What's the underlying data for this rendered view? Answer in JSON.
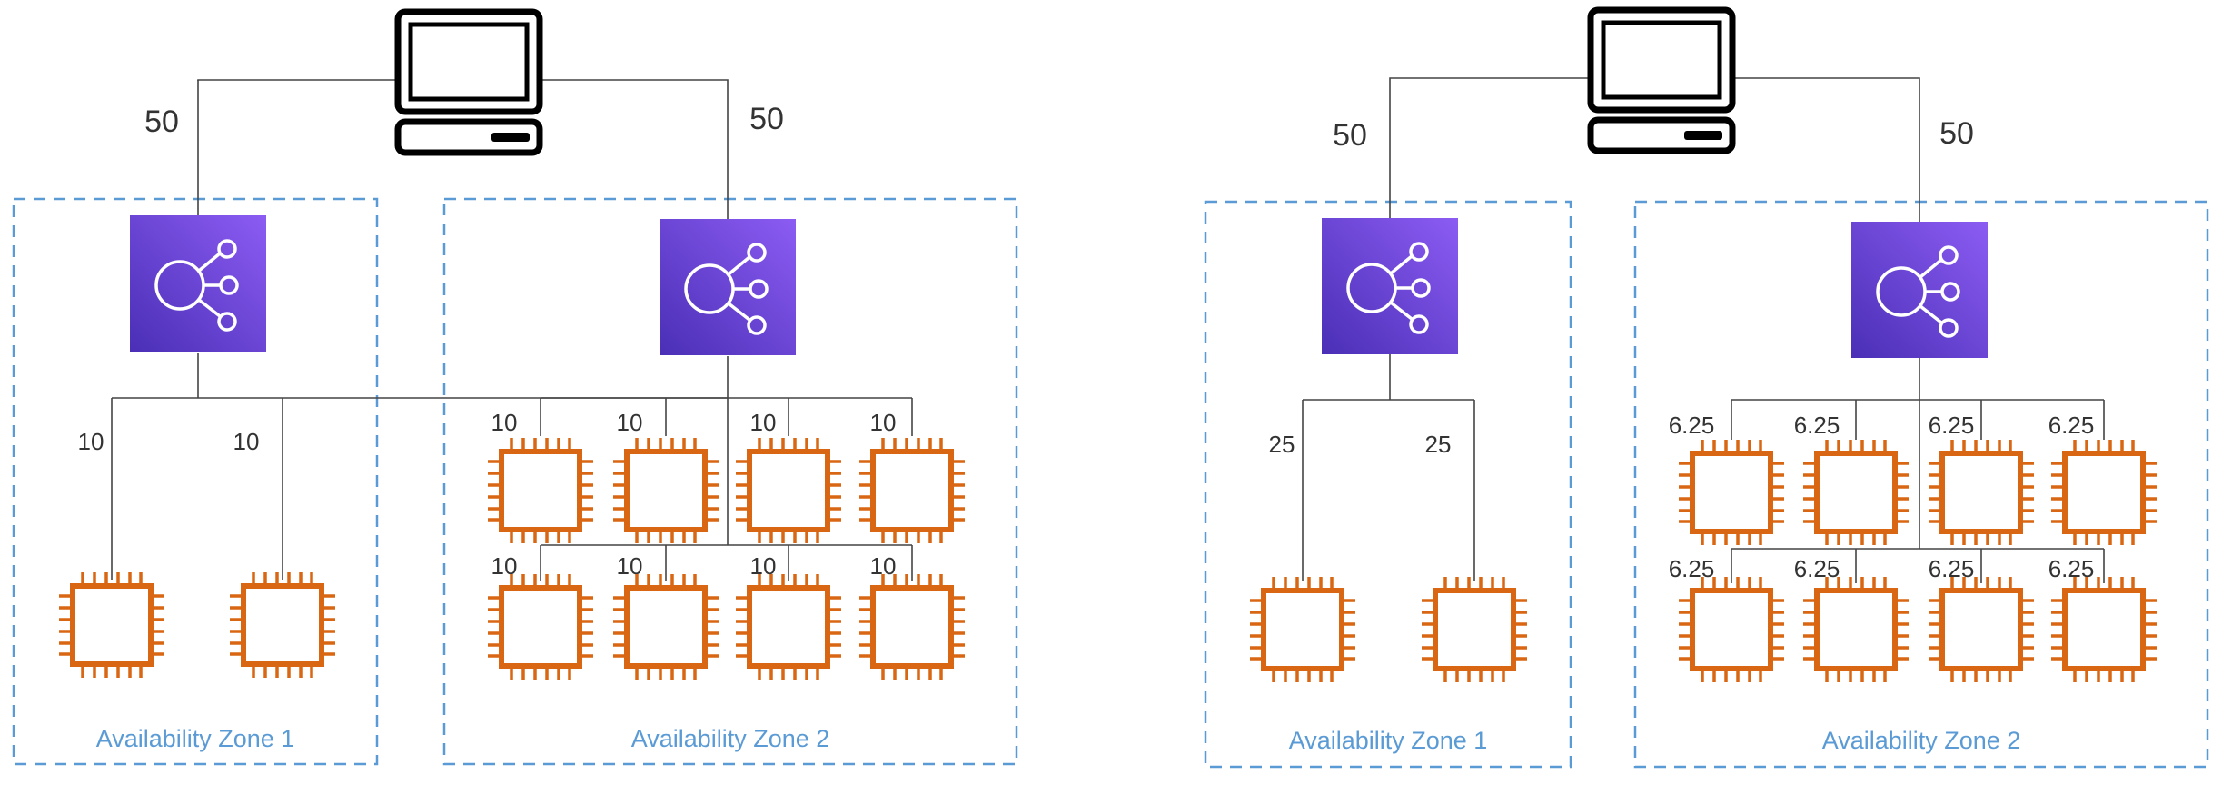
{
  "colors": {
    "zone_border": "#5b9bd5",
    "zone_label": "#5b9bd5",
    "load_balancer_top": "#8c5cf3",
    "load_balancer_bottom": "#4a2fb6",
    "instance": "#d86613",
    "line": "#444444",
    "text": "#333333"
  },
  "icons": {
    "client": "desktop-computer-icon",
    "load_balancer": "elastic-load-balancer-icon",
    "instance": "ec2-instance-chip-icon"
  },
  "diagrams": [
    {
      "client_weights": {
        "left": "50",
        "right": "50"
      },
      "zones": [
        {
          "label": "Availability Zone 1",
          "instance_weights": [
            "10",
            "10"
          ]
        },
        {
          "label": "Availability Zone 2",
          "instance_weights": [
            "10",
            "10",
            "10",
            "10",
            "10",
            "10",
            "10",
            "10"
          ]
        }
      ]
    },
    {
      "client_weights": {
        "left": "50",
        "right": "50"
      },
      "zones": [
        {
          "label": "Availability Zone 1",
          "instance_weights": [
            "25",
            "25"
          ]
        },
        {
          "label": "Availability Zone 2",
          "instance_weights": [
            "6.25",
            "6.25",
            "6.25",
            "6.25",
            "6.25",
            "6.25",
            "6.25",
            "6.25"
          ]
        }
      ]
    }
  ]
}
